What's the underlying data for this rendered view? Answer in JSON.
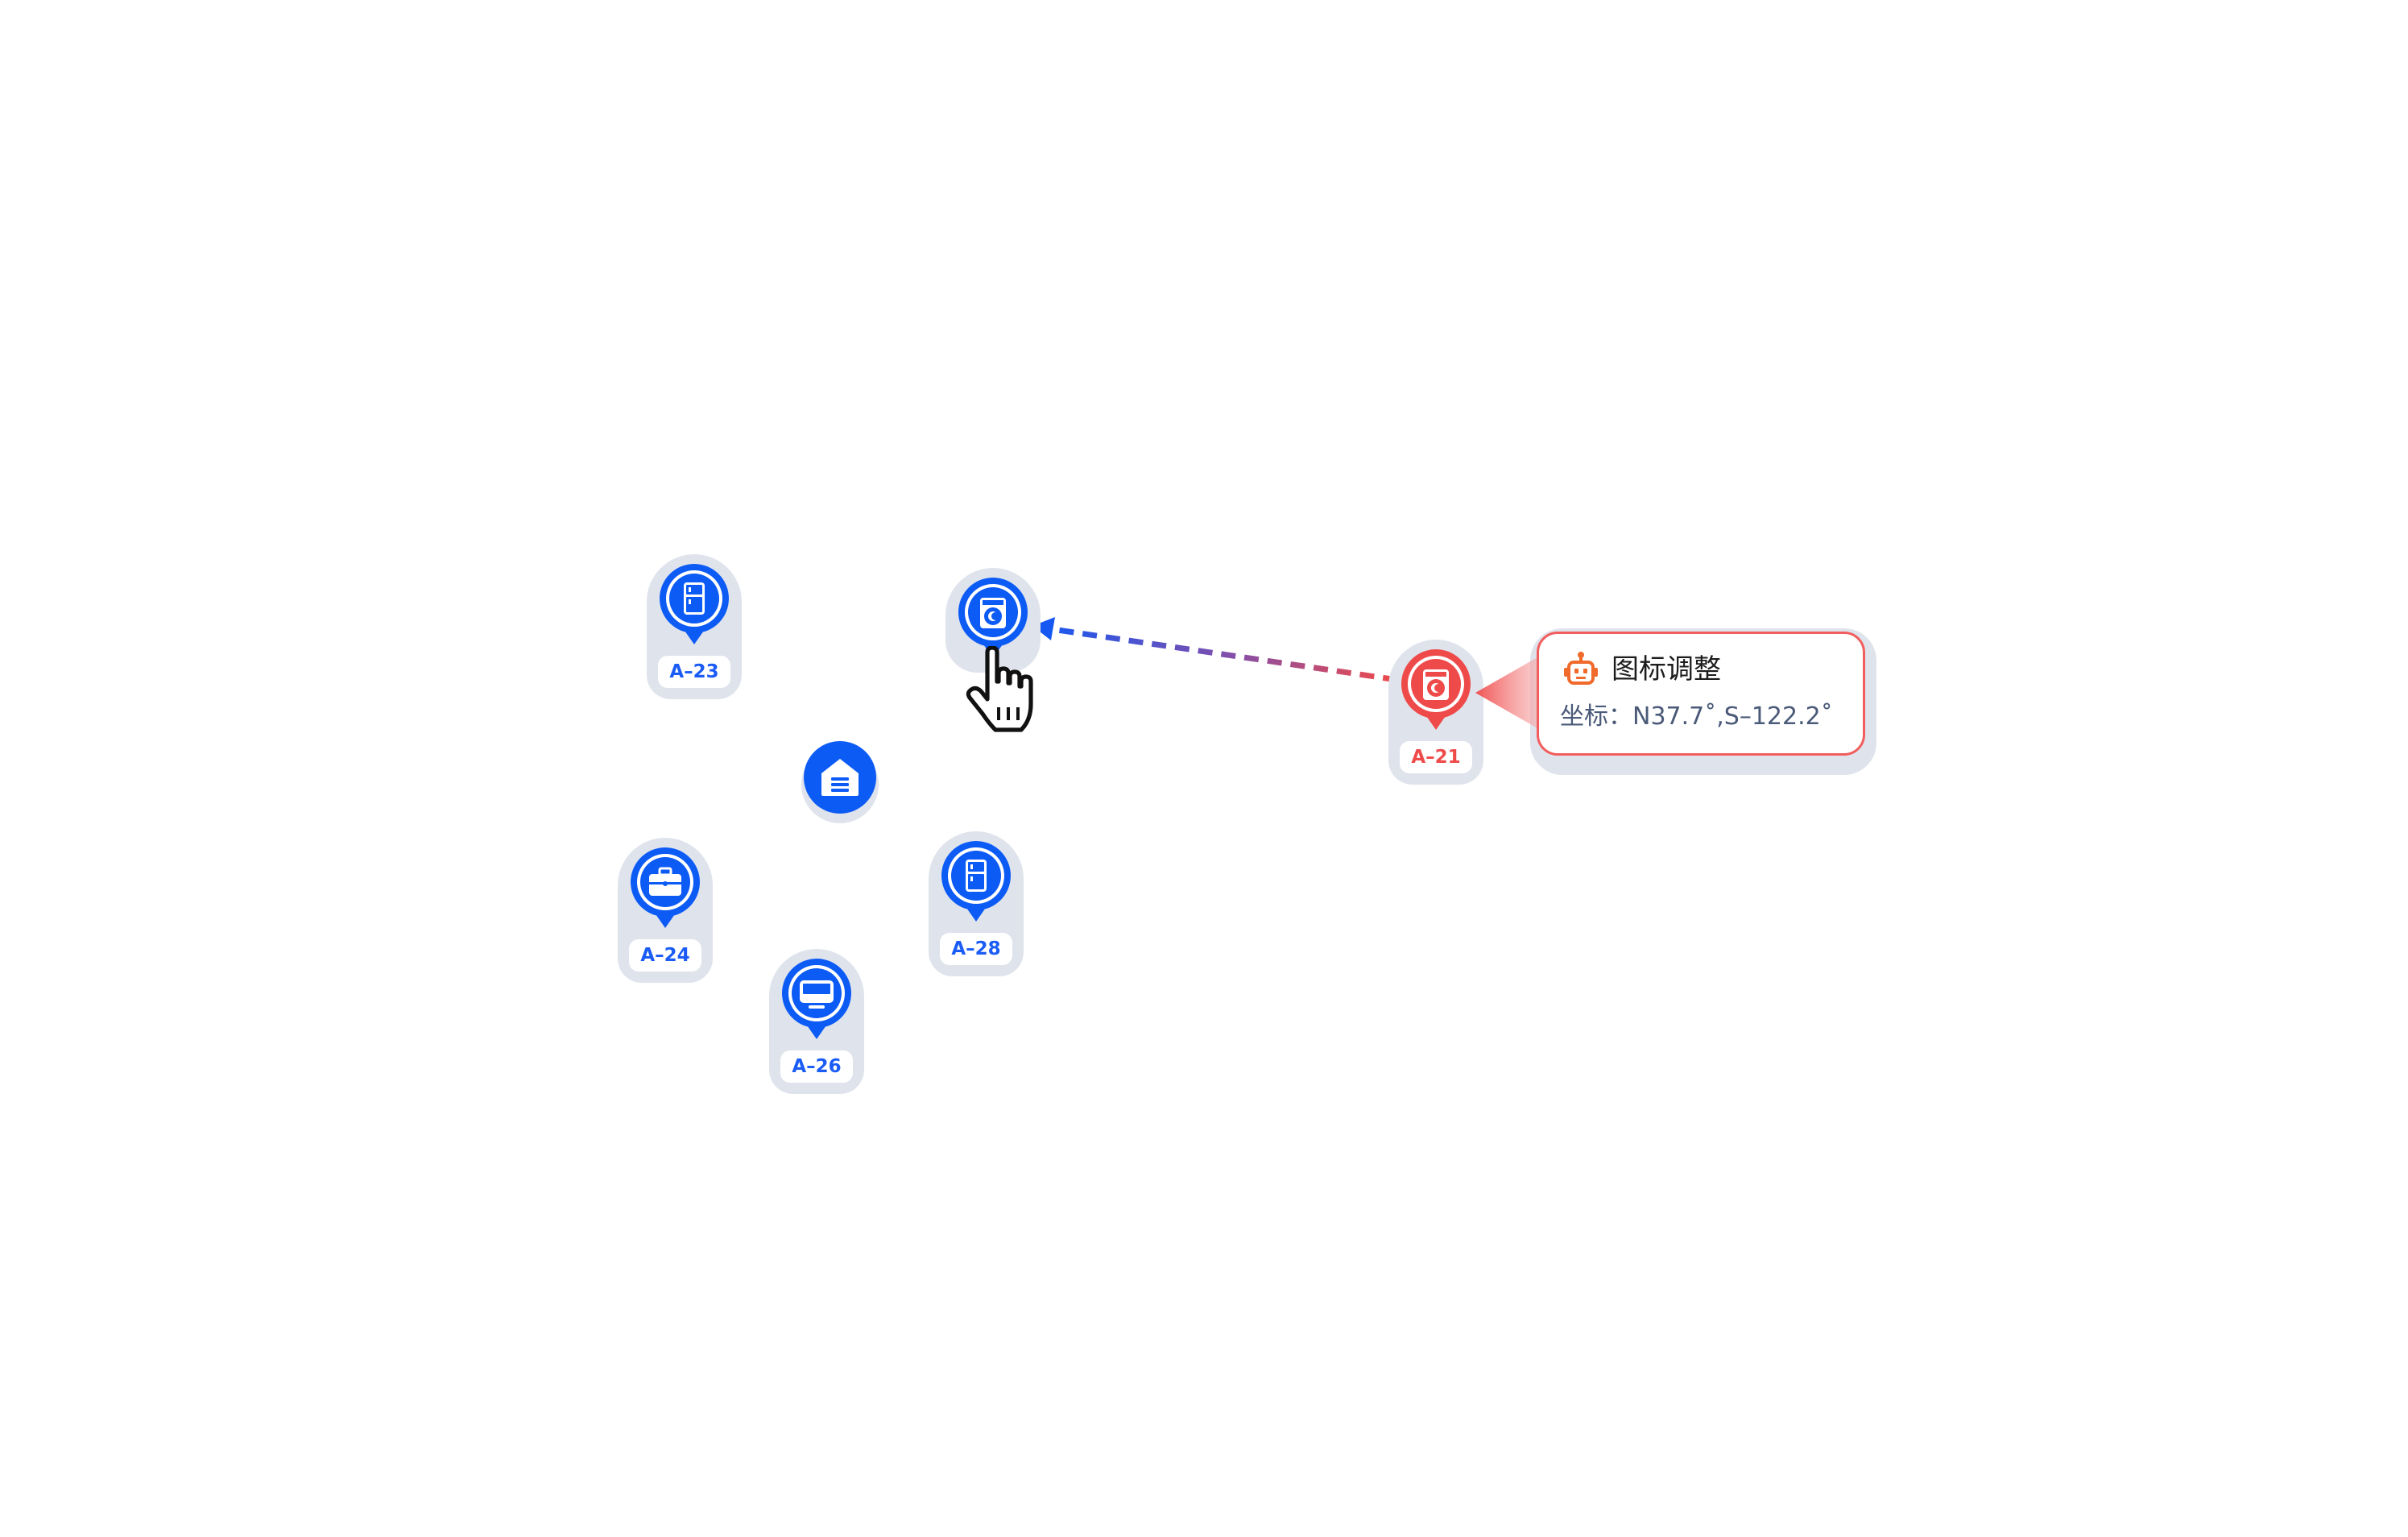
{
  "theme": {
    "accent": "#0d5bf5",
    "alert": "#ef4a4a",
    "halo": "#dfe3ec"
  },
  "markers": [
    {
      "id": "a23",
      "label": "A–23",
      "icon": "fridge-icon",
      "status": "normal"
    },
    {
      "id": "washer",
      "label": "",
      "icon": "washing-machine-icon",
      "status": "selected"
    },
    {
      "id": "a24",
      "label": "A–24",
      "icon": "briefcase-icon",
      "status": "normal"
    },
    {
      "id": "a28",
      "label": "A–28",
      "icon": "fridge-icon",
      "status": "normal"
    },
    {
      "id": "a26",
      "label": "A–26",
      "icon": "tv-icon",
      "status": "normal"
    },
    {
      "id": "a21",
      "label": "A–21",
      "icon": "washing-machine-icon",
      "status": "alert"
    }
  ],
  "center": {
    "icon": "home-icon"
  },
  "tooltip": {
    "icon": "robot-icon",
    "title": "图标调整",
    "coords": "坐标：N37.7˚,S–122.2˚"
  },
  "cursor": {
    "icon": "hand-pointer-icon"
  }
}
